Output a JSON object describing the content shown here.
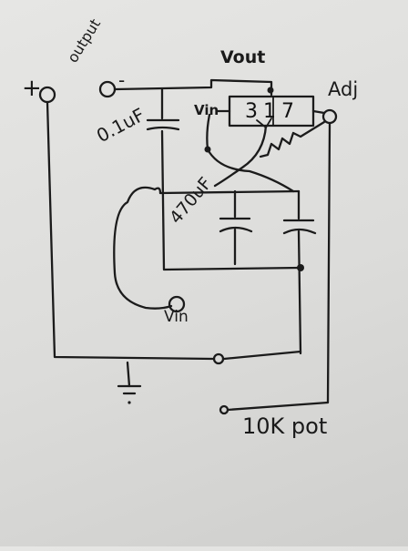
{
  "labels": {
    "plus": "+",
    "output": "output",
    "minus": "-",
    "vout": "Vout",
    "adj": "Adj",
    "vin_top": "Vin",
    "regulator": "317",
    "cap_small": "0.1uF",
    "cap_big": "470uF",
    "vin_bottom": "Vin",
    "pot": "10K pot"
  }
}
